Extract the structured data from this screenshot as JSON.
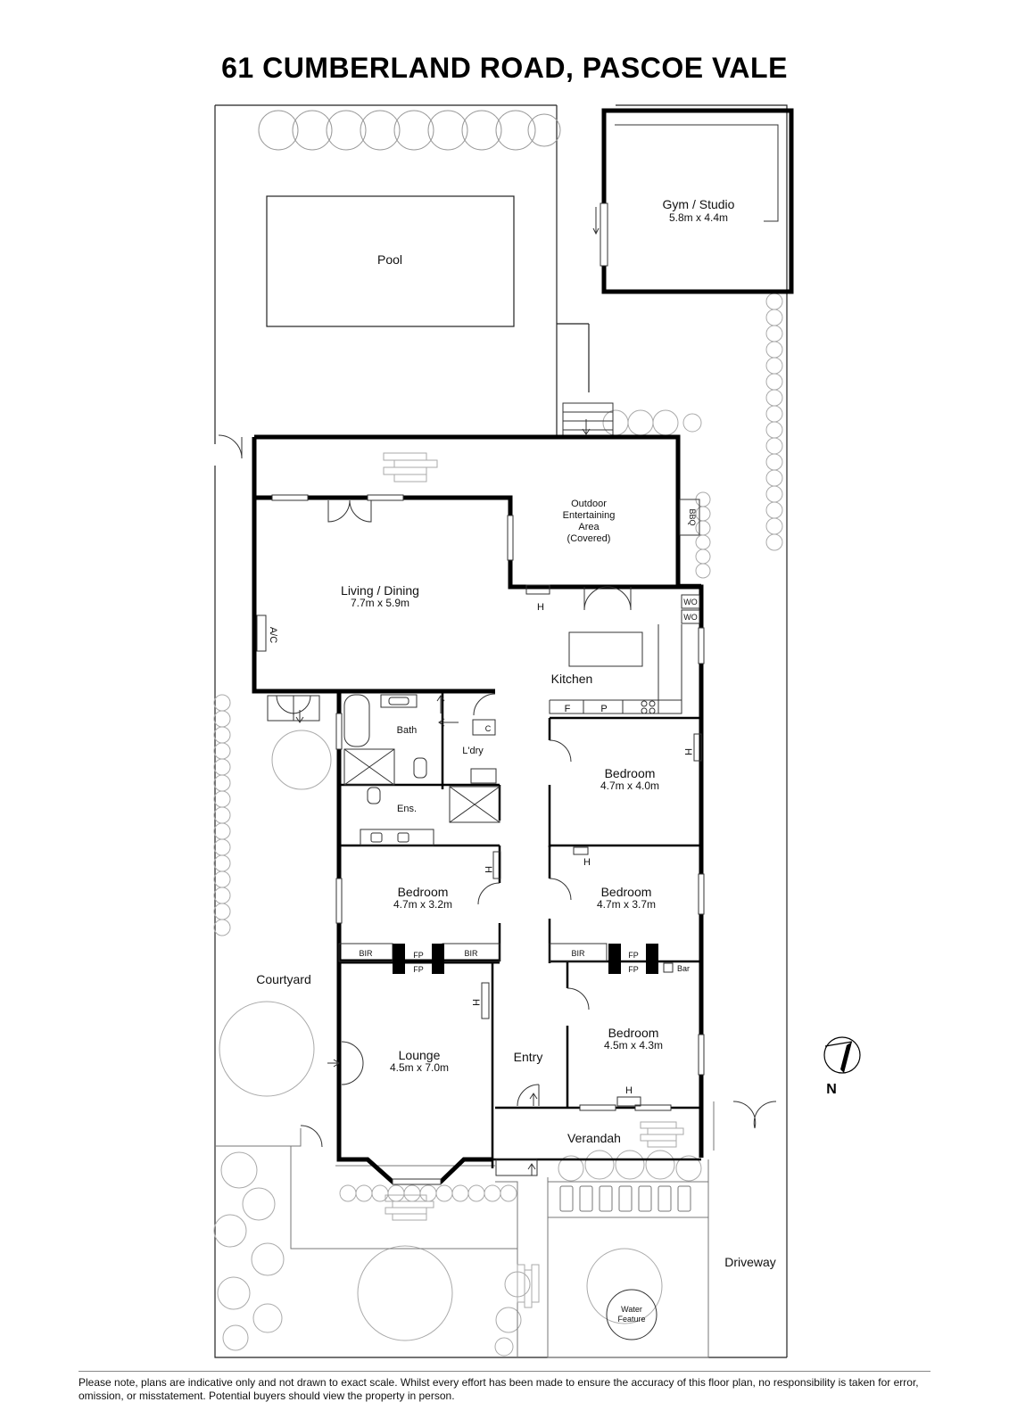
{
  "title": "61 CUMBERLAND ROAD, PASCOE VALE",
  "rooms": {
    "pool": "Pool",
    "gym": {
      "name": "Gym / Studio",
      "size": "5.8m x 4.4m"
    },
    "outdoor": {
      "line1": "Outdoor",
      "line2": "Entertaining",
      "line3": "Area",
      "line4": "(Covered)"
    },
    "living": {
      "name": "Living / Dining",
      "size": "7.7m x 5.9m"
    },
    "kitchen": "Kitchen",
    "bath": "Bath",
    "laundry": "L'dry",
    "ensuite": "Ens.",
    "bedroom1": {
      "name": "Bedroom",
      "size": "4.7m x 4.0m"
    },
    "bedroom2": {
      "name": "Bedroom",
      "size": "4.7m x 3.2m"
    },
    "bedroom3": {
      "name": "Bedroom",
      "size": "4.7m x 3.7m"
    },
    "bedroom4": {
      "name": "Bedroom",
      "size": "4.5m x 4.3m"
    },
    "lounge": {
      "name": "Lounge",
      "size": "4.5m x 7.0m"
    },
    "entry": "Entry",
    "verandah": "Verandah",
    "courtyard": "Courtyard",
    "driveway": "Driveway",
    "water_feature": {
      "line1": "Water",
      "line2": "Feature"
    }
  },
  "fixtures": {
    "bbq": "BBQ",
    "wo": "WO",
    "ac": "A/C",
    "heater": "H",
    "fridge": "F",
    "pantry": "P",
    "cupboard": "C",
    "bir": "BIR",
    "fireplace": "FP",
    "bar": "Bar"
  },
  "compass": {
    "label": "N"
  },
  "disclaimer": "Please note, plans are indicative only and not drawn to exact scale. Whilst every effort has been made to ensure the accuracy of this floor plan, no responsibility is taken for error, omission, or misstatement. Potential buyers should view the property in person."
}
